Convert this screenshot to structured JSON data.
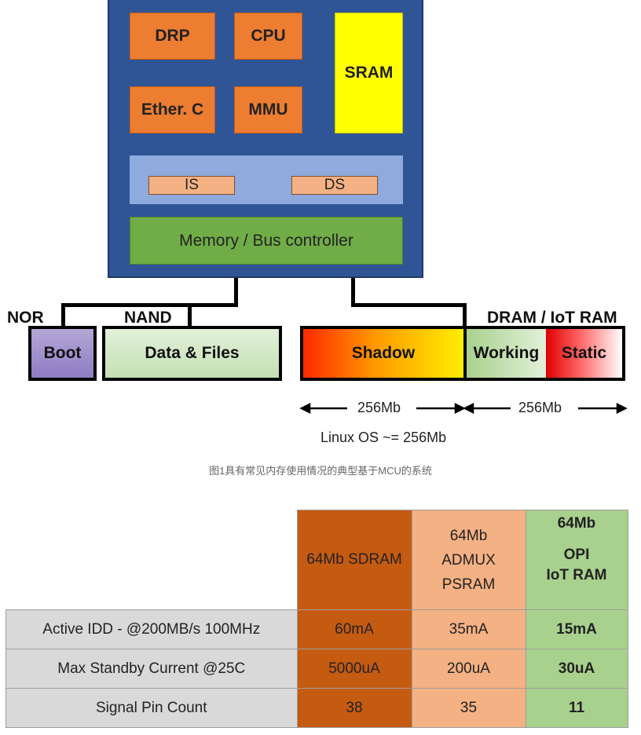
{
  "mcu": {
    "drp": "DRP",
    "cpu": "CPU",
    "sram": "SRAM",
    "ether": "Ether. C",
    "mmu": "MMU",
    "is": "IS",
    "ds": "DS",
    "bus": "Memory / Bus controller"
  },
  "memory": {
    "nor_label": "NOR",
    "nand_label": "NAND",
    "dram_label": "DRAM / IoT RAM",
    "boot": "Boot",
    "data_files": "Data & Files",
    "shadow": "Shadow",
    "working": "Working",
    "static": "Static"
  },
  "sizes": {
    "left": "256Mb",
    "right": "256Mb",
    "linux": "Linux OS ~= 256Mb"
  },
  "caption": "图1具有常见内存使用情况的典型基于MCU的系统",
  "table": {
    "headers": {
      "sdram": "64Mb SDRAM",
      "psram_1": "64Mb",
      "psram_2": "ADMUX",
      "psram_3": "PSRAM",
      "opi_1": "64Mb",
      "opi_2": "OPI",
      "opi_3": "IoT RAM"
    },
    "rows": [
      {
        "label": "Active IDD - @200MB/s 100MHz",
        "sdram": "60mA",
        "psram": "35mA",
        "opi": "15mA"
      },
      {
        "label": "Max Standby Current @25C",
        "sdram": "5000uA",
        "psram": "200uA",
        "opi": "30uA"
      },
      {
        "label": "Signal Pin Count",
        "sdram": "38",
        "psram": "35",
        "opi": "11"
      }
    ]
  },
  "colors": {
    "mcu": "#2f5597",
    "core_blocks": "#ed7d31",
    "sram": "#ffff00",
    "bus": "#70ad47",
    "sdram_col": "#c55a11",
    "psram_col": "#f4b183",
    "opi_col": "#a9d18e"
  }
}
